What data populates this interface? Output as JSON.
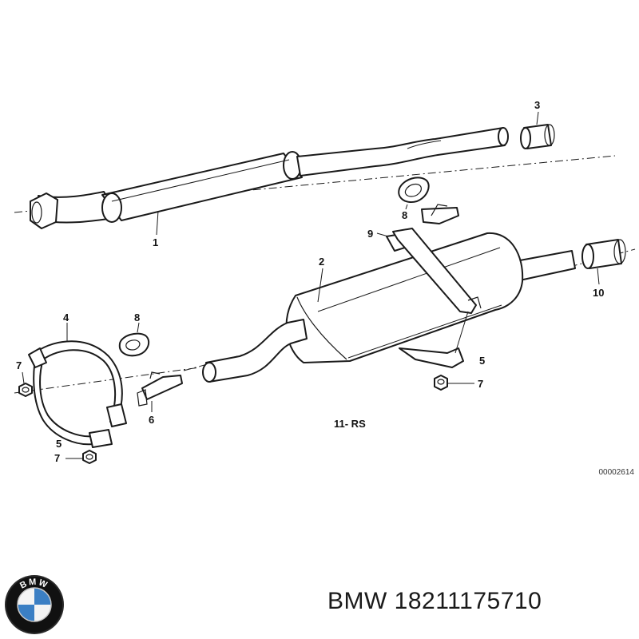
{
  "diagram": {
    "callouts": {
      "c1": "1",
      "c2": "2",
      "c3": "3",
      "c4": "4",
      "c5a": "5",
      "c5b": "5",
      "c6": "6",
      "c7a": "7",
      "c7b": "7",
      "c7c": "7",
      "c8a": "8",
      "c8b": "8",
      "c9": "9",
      "c10": "10",
      "c11": "11- RS"
    },
    "drawing_code": "00002614"
  },
  "footer": {
    "brand_text": "BMW",
    "part_number": "18211175710",
    "logo_icon": "bmw-roundel-icon",
    "logo_letters": "BMW"
  }
}
